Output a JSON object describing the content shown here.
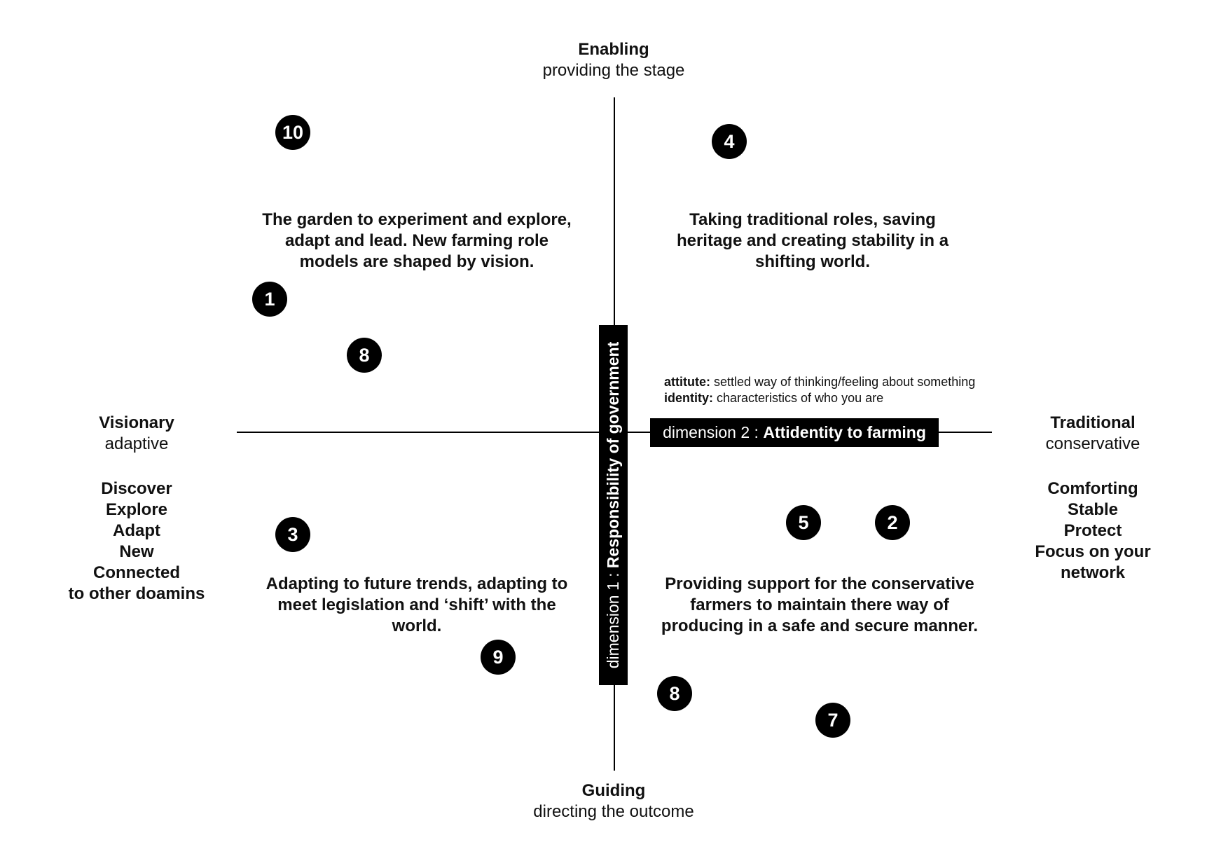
{
  "axes": {
    "top": {
      "bold": "Enabling",
      "normal": "providing the stage"
    },
    "bottom": {
      "bold": "Guiding",
      "normal": "directing the outcome"
    },
    "left": {
      "bold": "Visionary",
      "normal": "adaptive",
      "words": [
        "Discover",
        "Explore",
        "Adapt",
        "New",
        "Connected",
        "to other doamins"
      ]
    },
    "right": {
      "bold": "Traditional",
      "normal": "conservative",
      "words": [
        "Comforting",
        "Stable",
        "Protect",
        "Focus on your",
        "network"
      ]
    }
  },
  "dimension1": {
    "prefix": "dimension 1 : ",
    "label": "Responsibility of government"
  },
  "dimension2": {
    "prefix": "dimension 2 : ",
    "label": "Attidentity to farming"
  },
  "definitions": [
    {
      "term": "attitute:",
      "text": " settled way of thinking/feeling about something"
    },
    {
      "term": "identity:",
      "text": " characteristics of who you are"
    }
  ],
  "quadrants": {
    "top_left": [
      "The garden to experiment and explore,",
      "adapt and lead. New farming role",
      "models are shaped by vision."
    ],
    "top_right": [
      "Taking traditional roles, saving",
      "heritage and creating stability in a",
      "shifting world."
    ],
    "bottom_left": [
      "Adapting to future trends, adapting to",
      "meet legislation and ‘shift’ with the",
      "world."
    ],
    "bottom_right": [
      "Providing support for the conservative",
      "farmers to maintain there way of",
      "producing in a safe and secure manner."
    ]
  },
  "markers": [
    "10",
    "4",
    "1",
    "8",
    "3",
    "5",
    "2",
    "9",
    "8",
    "7"
  ]
}
